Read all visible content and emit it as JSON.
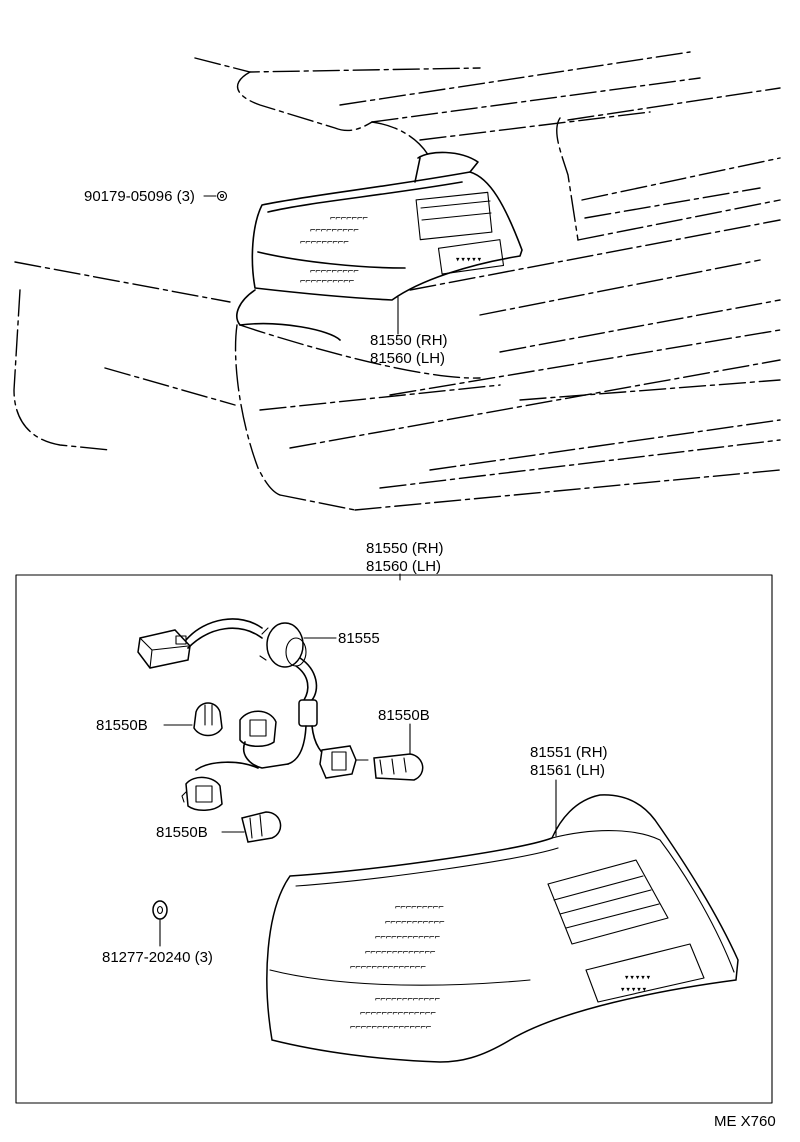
{
  "labels": {
    "clip_part": "90179-05096 (3)",
    "top_lamp_rh": "81550 (RH)",
    "top_lamp_lh": "81560 (LH)",
    "box_title_rh": "81550 (RH)",
    "box_title_lh": "81560 (LH)",
    "socket_harness": "81555",
    "bulb_left": "81550B",
    "bulb_right": "81550B",
    "bulb_bottom": "81550B",
    "lens_rh": "81551 (RH)",
    "lens_lh": "81561 (LH)",
    "nut_part": "81277-20240 (3)",
    "figure_code": "ME X760"
  }
}
